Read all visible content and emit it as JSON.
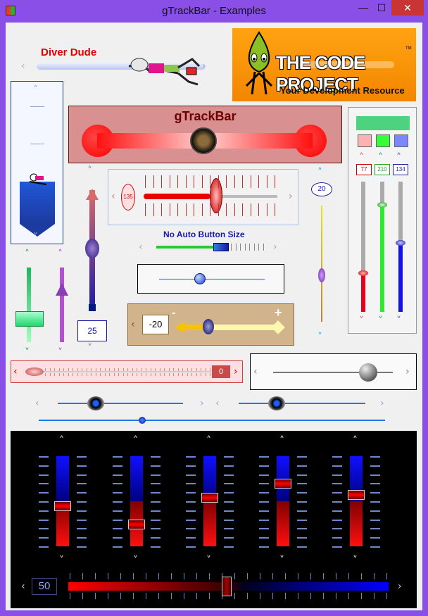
{
  "window": {
    "title": "gTrackBar - Examples",
    "minimize": "—",
    "maximize": "☐",
    "close": "✕"
  },
  "diver": {
    "label": "Diver Dude"
  },
  "codeproject": {
    "title": "THE CODE PROJECT",
    "tagline": "Your Development Resource",
    "tm": "TM"
  },
  "gtrackbar": {
    "label": "gTrackBar"
  },
  "value_box_135": "135",
  "no_auto": {
    "label": "No Auto Button Size"
  },
  "value_25": "25",
  "value_20": "20",
  "rgb": {
    "r": "77",
    "g": "210",
    "b": "134",
    "r_level": 0.3,
    "g_level": 0.82,
    "b_level": 0.53
  },
  "neg": {
    "value": "-20",
    "minus": "-",
    "plus": "+"
  },
  "red_bar": {
    "value": "0"
  },
  "dark": {
    "value": "50",
    "levels": [
      0.45,
      0.25,
      0.55,
      0.7,
      0.58
    ]
  },
  "colors": {
    "accent_red": "#cc0000",
    "green": "#35ff35",
    "blue": "#0000cc"
  }
}
